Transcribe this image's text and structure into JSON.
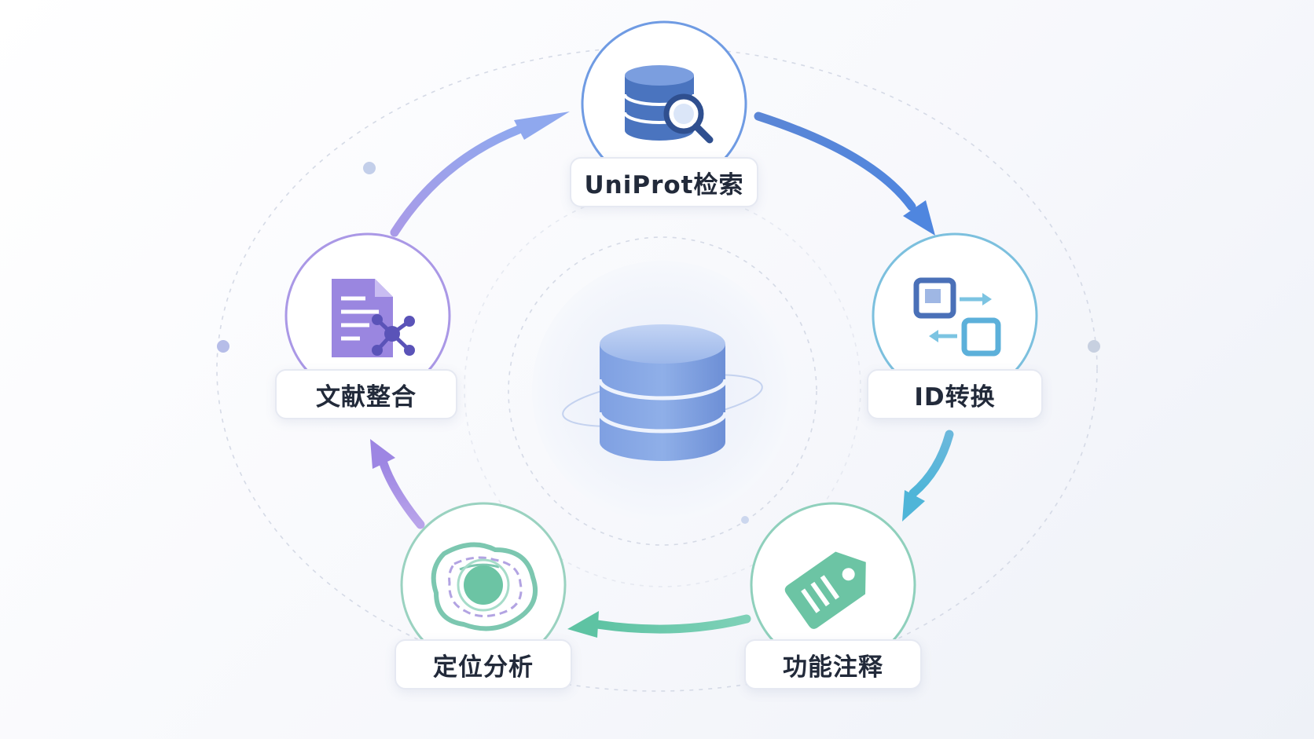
{
  "diagram": {
    "nodes": [
      {
        "id": "uniprot",
        "label": "UniProt检索",
        "icon": "database-search-icon",
        "color": "#5b86d6"
      },
      {
        "id": "id-convert",
        "label": "ID转换",
        "icon": "id-conversion-icon",
        "color": "#5fb0d8"
      },
      {
        "id": "function",
        "label": "功能注释",
        "icon": "tag-icon",
        "color": "#6cc4a4"
      },
      {
        "id": "localization",
        "label": "定位分析",
        "icon": "cell-icon",
        "color": "#7cc7b0"
      },
      {
        "id": "literature",
        "label": "文献整合",
        "icon": "document-network-icon",
        "color": "#9a86e0"
      }
    ],
    "center": {
      "icon": "database-icon",
      "color": "#6f94dc"
    },
    "flow": "clockwise cycle"
  }
}
